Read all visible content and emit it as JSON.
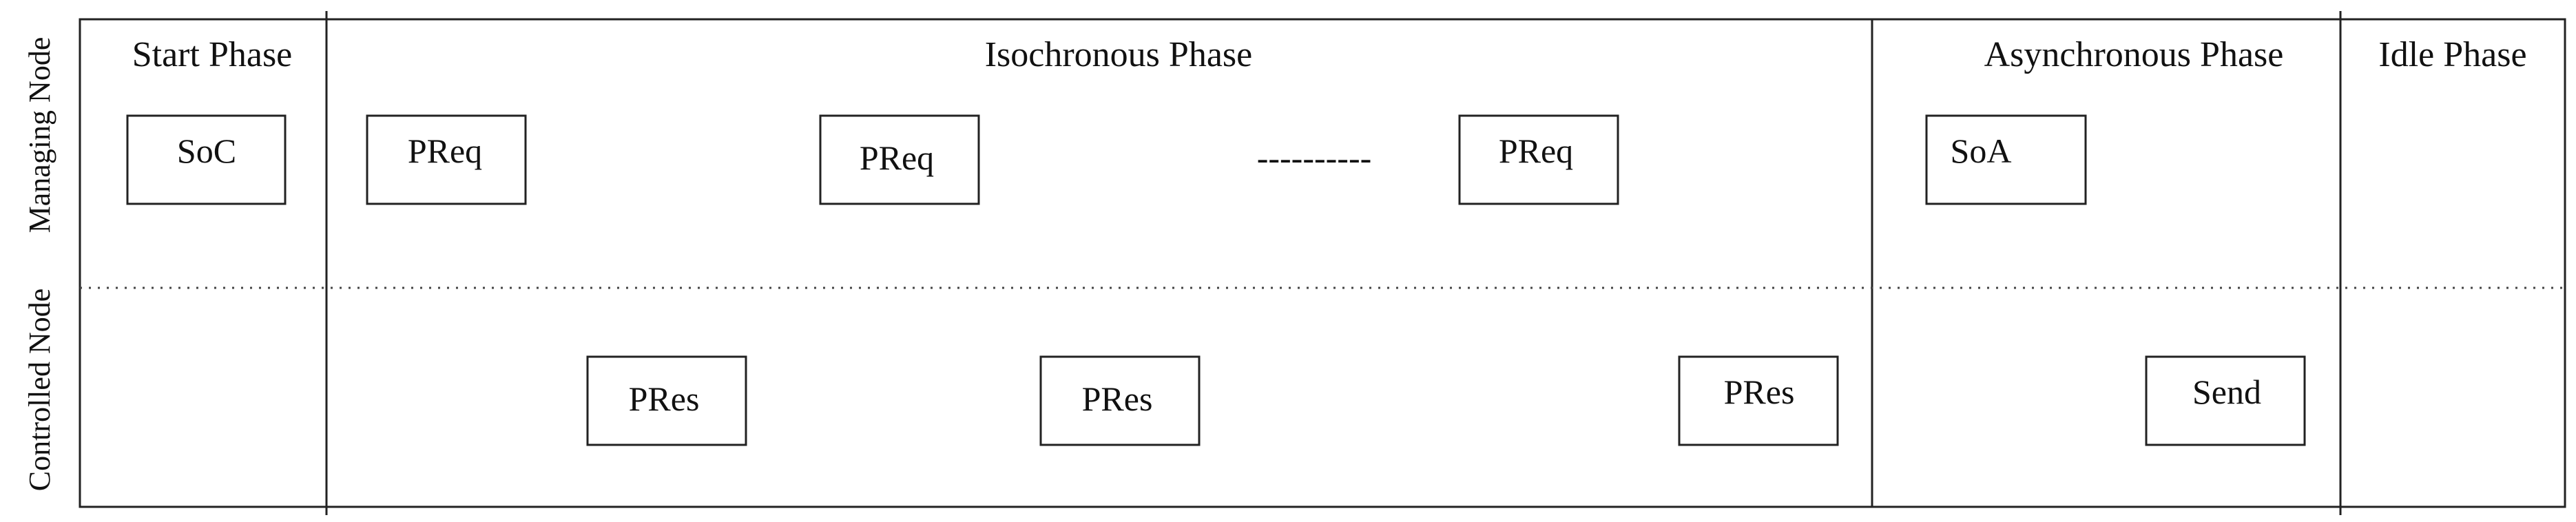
{
  "phases": {
    "start": "Start Phase",
    "isochronous": "Isochronous Phase",
    "asynchronous": "Asynchronous Phase",
    "idle": "Idle Phase"
  },
  "rows": {
    "managing": "Managing Node",
    "controlled": "Controlled Node"
  },
  "frames": {
    "soc": "SoC",
    "preq": "PReq",
    "pres": "PRes",
    "soa": "SoA",
    "send": "Send"
  },
  "ellipsis_note": "----------"
}
